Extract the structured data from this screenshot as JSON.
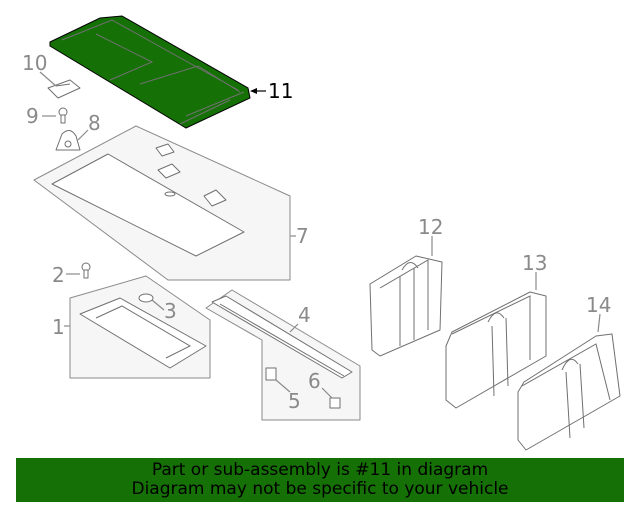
{
  "diagram": {
    "callouts": {
      "c1": "1",
      "c2": "2",
      "c3": "3",
      "c4": "4",
      "c5": "5",
      "c6": "6",
      "c7": "7",
      "c8": "8",
      "c9": "9",
      "c10": "10",
      "c11": "11",
      "c12": "12",
      "c13": "13",
      "c14": "14"
    },
    "highlight_part": "11",
    "colors": {
      "highlight": "#157006",
      "banner": "#157006",
      "line": "#707070",
      "callout": "#8a8a8a"
    }
  },
  "banner": {
    "line1": "Part or sub-assembly is #11 in diagram",
    "line2": "Diagram may not be specific to your vehicle"
  }
}
